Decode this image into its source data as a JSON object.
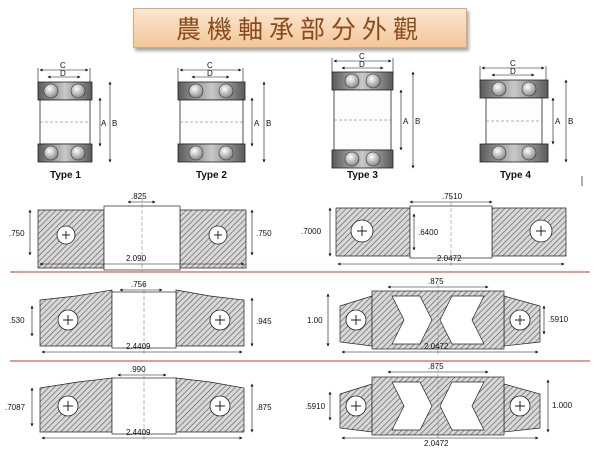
{
  "title": "農機軸承部分外觀",
  "types": [
    {
      "label": "Type 1",
      "dims": [
        "C",
        "D",
        "A",
        "B"
      ]
    },
    {
      "label": "Type 2",
      "dims": [
        "C",
        "D",
        "A",
        "B"
      ]
    },
    {
      "label": "Type 3",
      "dims": [
        "C",
        "D",
        "A",
        "B"
      ]
    },
    {
      "label": "Type 4",
      "dims": [
        "C",
        "D",
        "A",
        "B"
      ]
    }
  ],
  "sections": [
    {
      "top": ".825",
      "left": ".750",
      "right": ".750",
      "bottom": "2.090"
    },
    {
      "top": ".7510",
      "left": ".7000",
      "mid": ".6400",
      "bottom": "2.0472"
    },
    {
      "top": ".756",
      "left": ".530",
      "right": ".945",
      "bottom": "2.4409"
    },
    {
      "top": ".875",
      "left": "1.00",
      "right": ".5910",
      "bottom": "2.0472"
    },
    {
      "top": ".990",
      "left": ".7087",
      "right": ".875",
      "bottom": "2.4409"
    },
    {
      "top": ".875",
      "left": ".5910",
      "right": "1.000",
      "bottom": "2.0472"
    }
  ],
  "colors": {
    "divider": "#c0392b",
    "title_text": "#8a4a1c",
    "hatch": "#555555"
  }
}
